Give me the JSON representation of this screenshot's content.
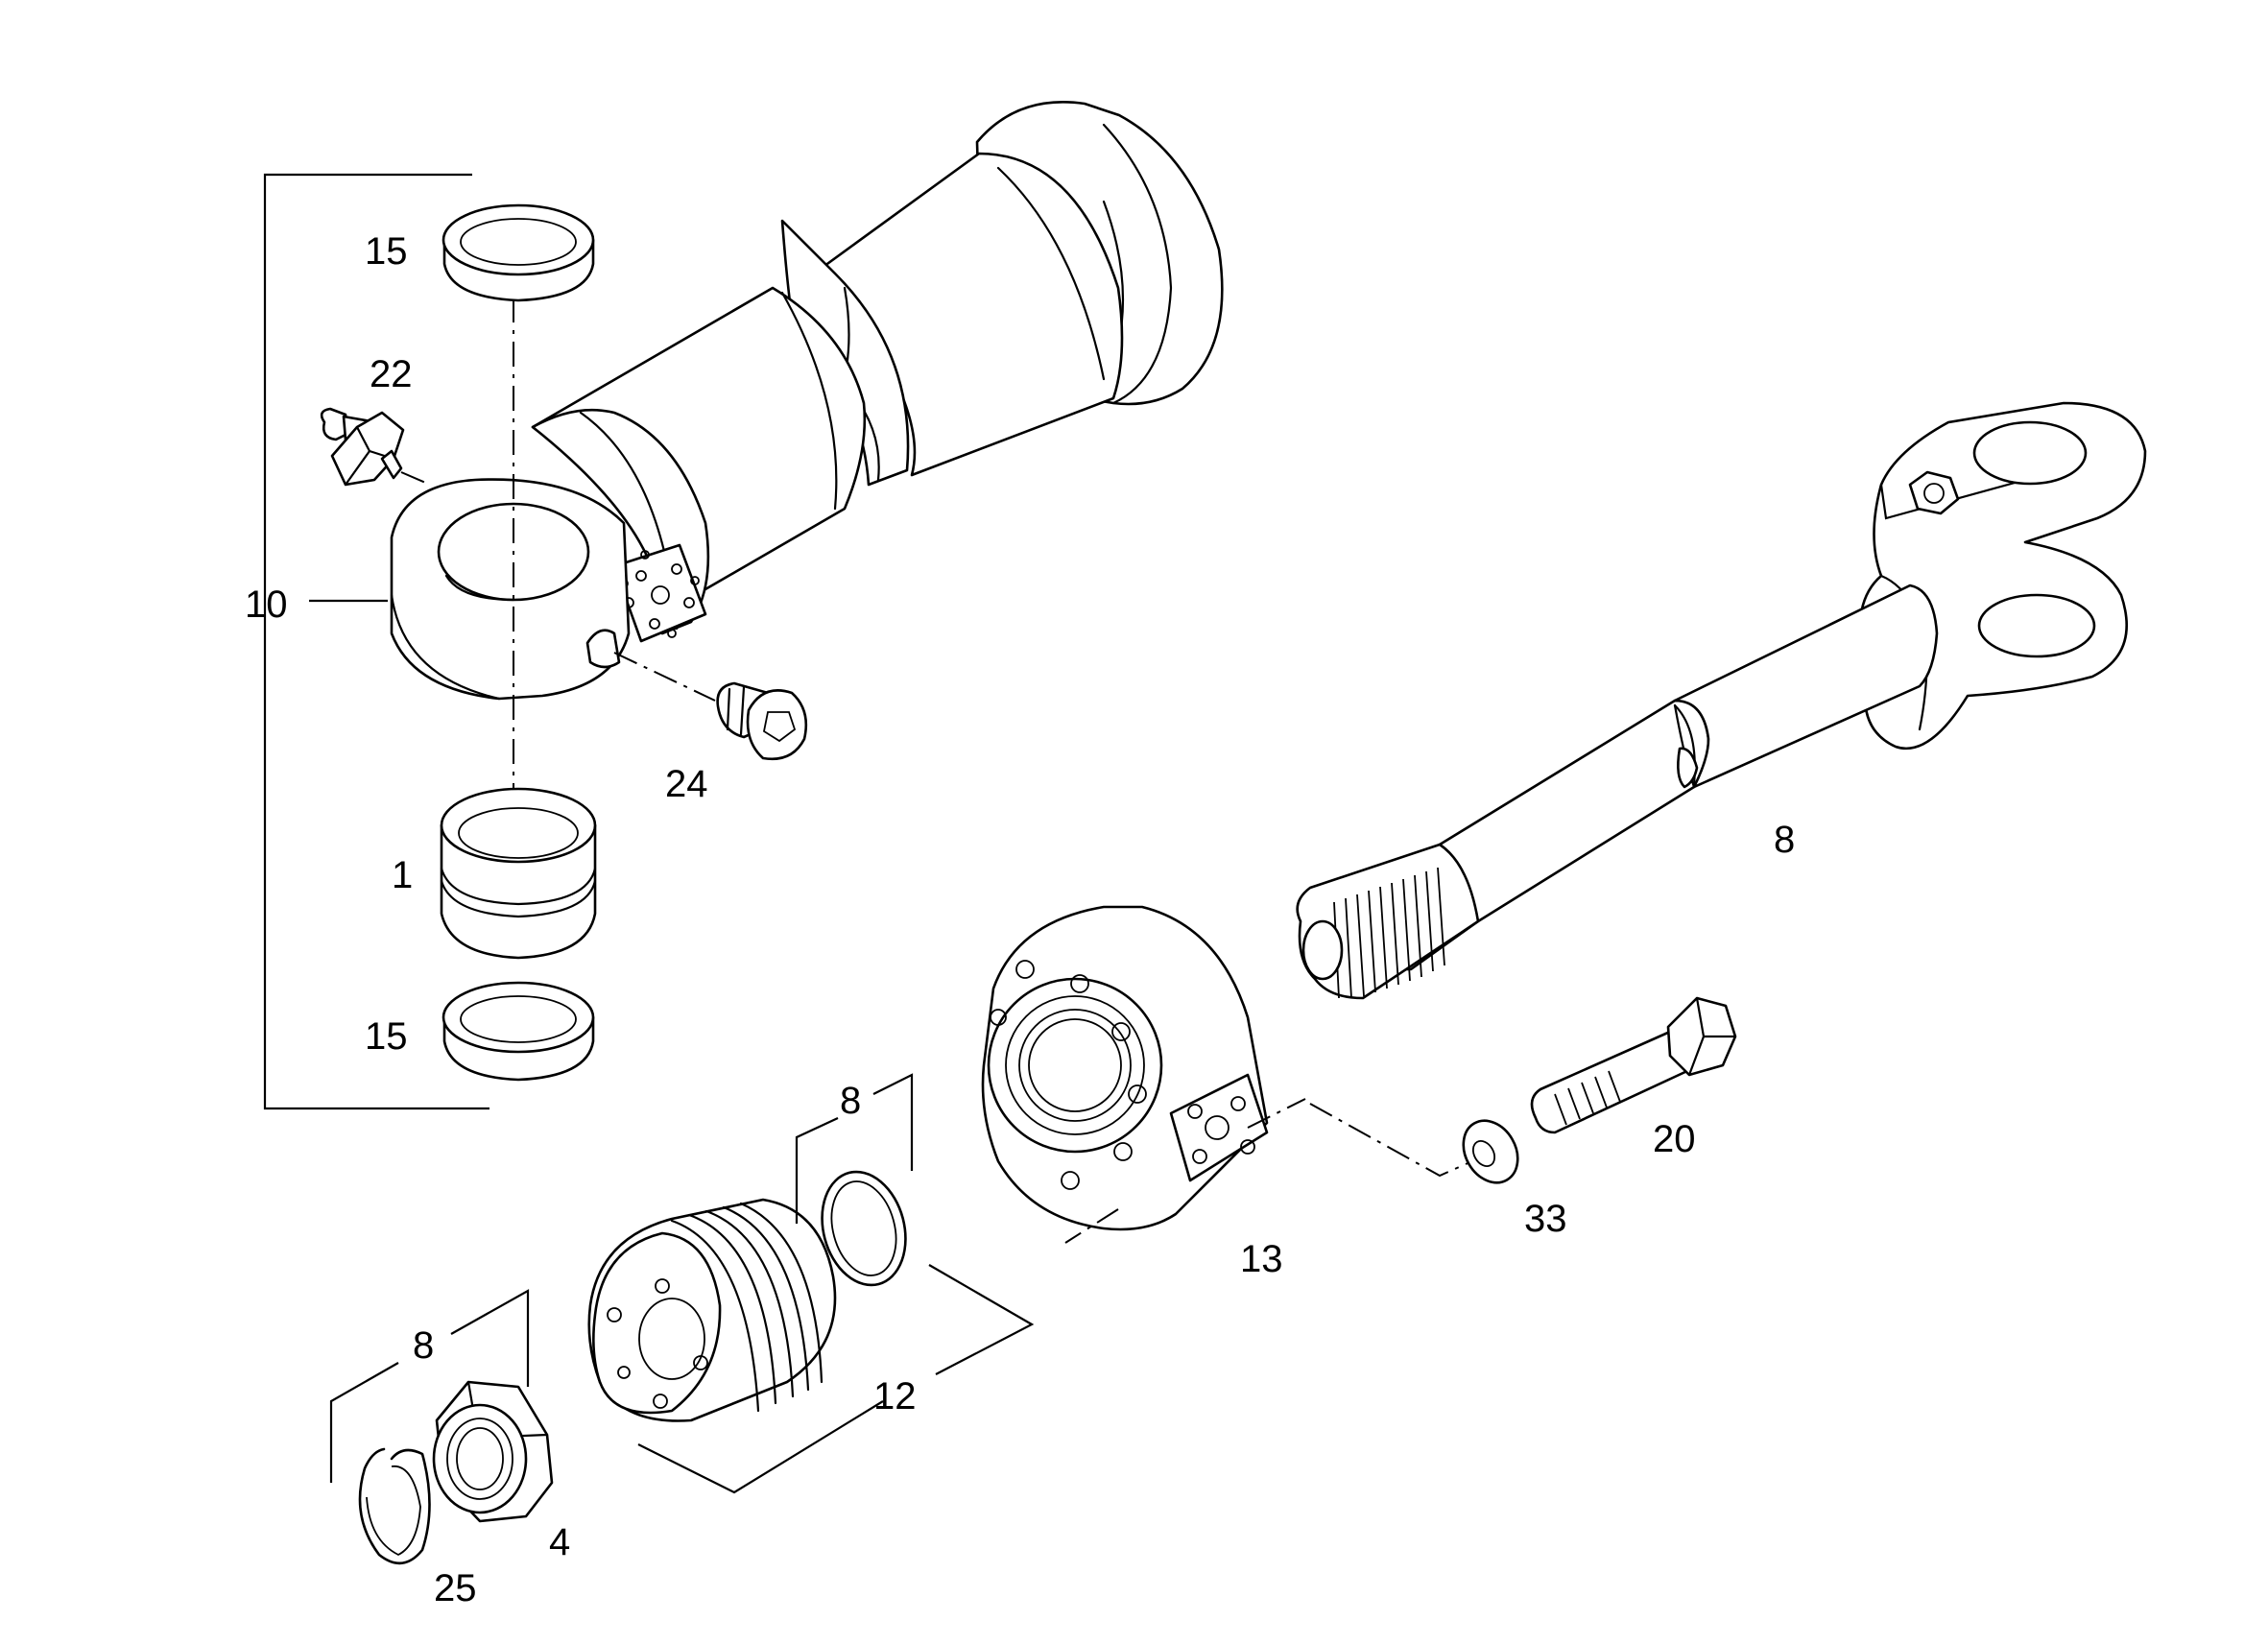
{
  "callouts": {
    "c15_top": "15",
    "c22": "22",
    "c10": "10",
    "c24": "24",
    "c1": "1",
    "c15_bottom": "15",
    "c8_rod": "8",
    "c20": "20",
    "c33": "33",
    "c13": "13",
    "c8_oring": "8",
    "c12": "12",
    "c8_nut": "8",
    "c4": "4",
    "c25": "25"
  },
  "colors": {
    "line": "#000000",
    "background": "#ffffff"
  }
}
